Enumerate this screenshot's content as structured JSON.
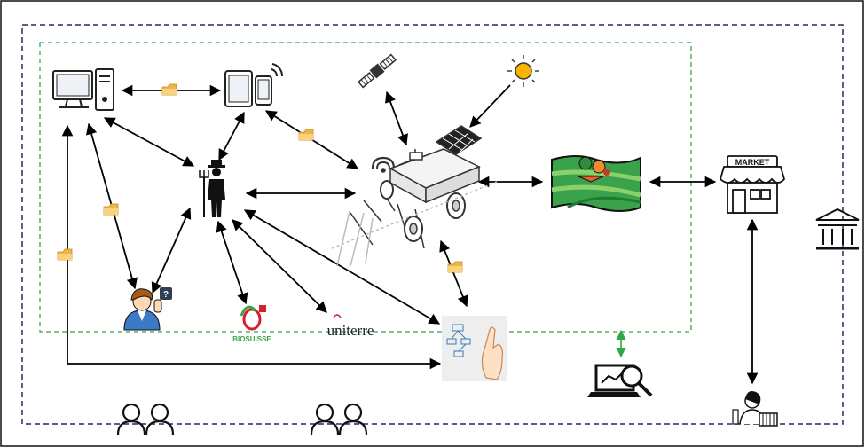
{
  "logos": {
    "biosuisse": "BIOSUISSE",
    "uniterre": "uniterre",
    "market_sign": "MARKET"
  },
  "colors": {
    "outer_boundary": "#1f2d5c",
    "inner_boundary": "#2fa84a",
    "arrow": "#000000",
    "green_link": "#2fa84a",
    "folder": "#f4c56a",
    "field_green": "#3aa24a",
    "sun": "#f7b500"
  },
  "icons": [
    "desktop-computer-icon",
    "tablet-phone-icon",
    "satellite-icon",
    "sun-icon",
    "farmer-icon",
    "robot-tractor-icon",
    "crop-field-icon",
    "market-icon",
    "government-building-icon",
    "advisor-icon",
    "biosuisse-logo",
    "uniterre-logo",
    "flowchart-hand-icon",
    "analytics-laptop-icon",
    "shopper-icon",
    "people-icon",
    "folder-icon"
  ]
}
